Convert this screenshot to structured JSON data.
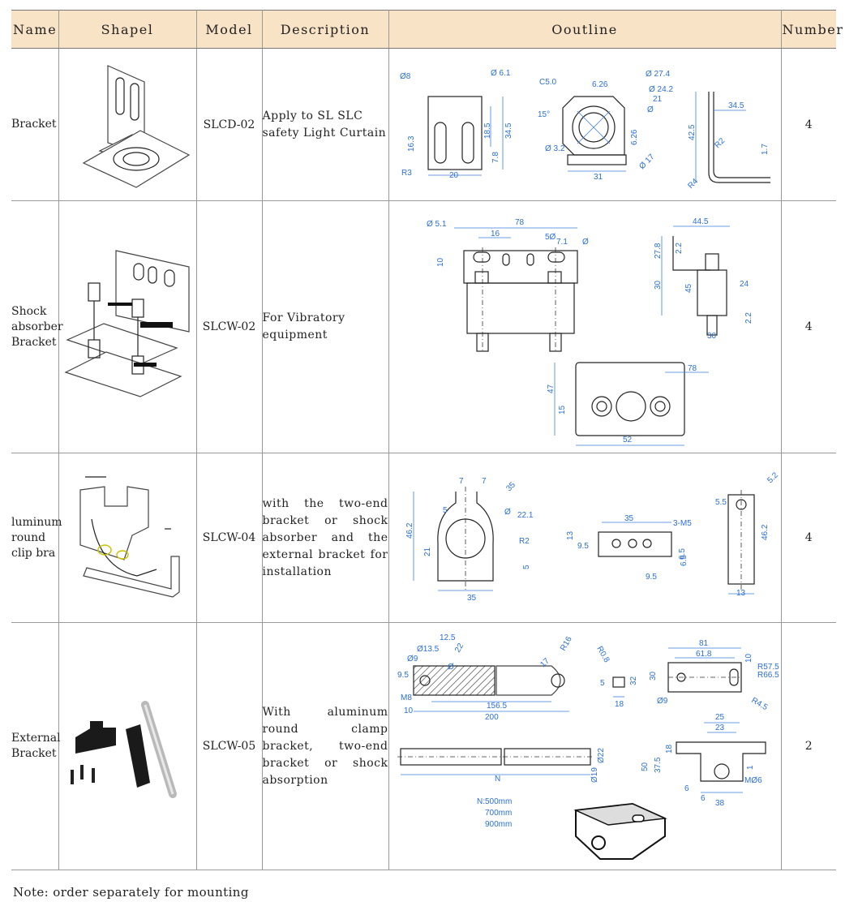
{
  "header": {
    "name": "Name",
    "shape": "Shapel",
    "model": "Model",
    "description": "Description",
    "outline": "Ooutline",
    "number": "Number"
  },
  "rows": [
    {
      "name": "Bracket",
      "model": "SLCD-02",
      "description": "Apply to SL SLC safety Light Curtain",
      "number": "4",
      "dims": [
        "Ø8",
        "Ø 6.1",
        "34.5",
        "18.5",
        "16.3",
        "7.8",
        "R3",
        "20",
        "C5.0",
        "6.26",
        "Ø 27.4",
        "Ø 24.2",
        "Ø",
        "21",
        "15°",
        "6.26",
        "Ø 3.2",
        "Ø 17",
        "31",
        "42.5",
        "34.5",
        "R2",
        "1.7",
        "R4"
      ]
    },
    {
      "name": "Shock absorber Bracket",
      "model": "SLCW-02",
      "description": "For Vibratory equipment",
      "number": "4",
      "dims": [
        "Ø 5.1",
        "78",
        "16",
        "5Ø",
        "7.1",
        "Ø",
        "10",
        "44.5",
        "27.8",
        "2.2",
        "30",
        "45",
        "24",
        "2.2",
        "30",
        "47",
        "78",
        "15",
        "52"
      ]
    },
    {
      "name": "luminum round clip bra",
      "model": "SLCW-04",
      "description": "with the two-end bracket or shock absorber and the external bracket for installation",
      "number": "4",
      "dims": [
        "7",
        "7",
        "35",
        "5",
        "Ø",
        "22.1",
        "46.2",
        "R2",
        "21",
        "5",
        "35",
        "35",
        "3-M5",
        "13",
        "9.5",
        "6.5",
        "9.5",
        "6.5",
        "5.2",
        "5.5",
        "46.2",
        "13"
      ]
    },
    {
      "name": "External Bracket",
      "model": "SLCW-05",
      "description": "With aluminum round clamp bracket, two-end bracket or shock absorption",
      "number": "2",
      "dims": [
        "12.5",
        "Ø13.5",
        "Ø9",
        "22",
        "9.5",
        "Ø",
        "R16",
        "17",
        "M8",
        "156.5",
        "10",
        "200",
        "R0.8",
        "5",
        "32",
        "18",
        "81",
        "61.8",
        "10",
        "30",
        "R57.5",
        "R66.5",
        "Ø9",
        "R4.5",
        "Ø22",
        "Ø19",
        "N",
        "25",
        "23",
        "18",
        "37.5",
        "50",
        "6",
        "6",
        "1",
        "MØ6",
        "38"
      ],
      "lengths": [
        "N:500mm",
        "700mm",
        "900mm"
      ]
    }
  ],
  "note": "Note: order separately for mounting"
}
